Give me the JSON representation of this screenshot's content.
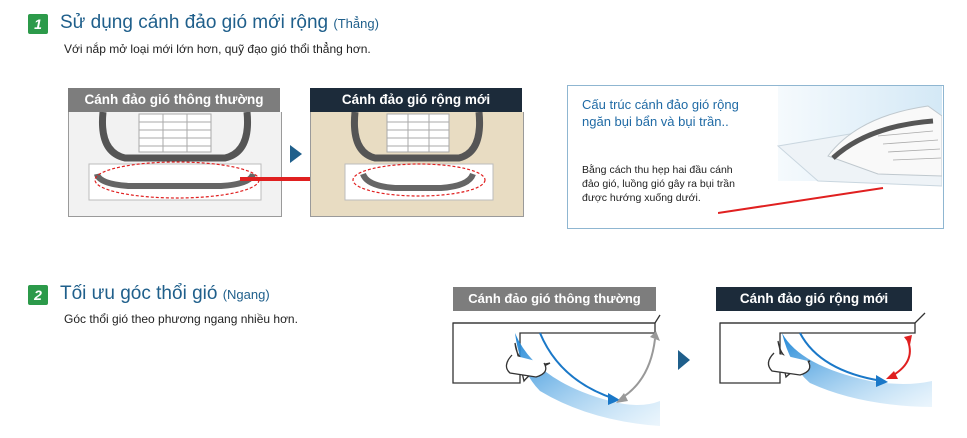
{
  "section1": {
    "number": "1",
    "title": "Sử dụng cánh đảo gió mới rộng",
    "title_suffix": "(Thẳng)",
    "description": "Với nắp mở loại mới lớn hơn, quỹ đạo gió thổi thẳng hơn.",
    "label_old": "Cánh đảo gió thông thường",
    "label_new": "Cánh đảo gió rộng mới",
    "info_title_line1": "Cấu trúc cánh đảo gió rộng",
    "info_title_line2": "ngăn bụi bẩn và bụi trần..",
    "info_body_line1": "Bằng cách thu hẹp hai đầu cánh",
    "info_body_line2": "đảo gió, luồng gió gây ra bụi trần",
    "info_body_line3": "được hướng xuống dưới."
  },
  "section2": {
    "number": "2",
    "title": "Tối ưu góc thổi gió",
    "title_suffix": "(Ngang)",
    "description": "Góc thổi gió theo phương ngang nhiều hơn.",
    "label_old": "Cánh đảo gió thông thường",
    "label_new": "Cánh đảo gió rộng mới"
  },
  "colors": {
    "badge_green": "#2c9a4a",
    "title_blue": "#1f5f8b",
    "label_gray": "#7d7d7d",
    "label_navy": "#1c2b3a",
    "arrow_blue": "#1f5f8b",
    "highlight_red": "#e02020",
    "airflow_blue": "#3a9ae0",
    "beige_bg": "#e8dcc2"
  },
  "icons": {
    "next_arrow": "triangle-right-icon",
    "red_arrow": "red-arrow-icon"
  }
}
